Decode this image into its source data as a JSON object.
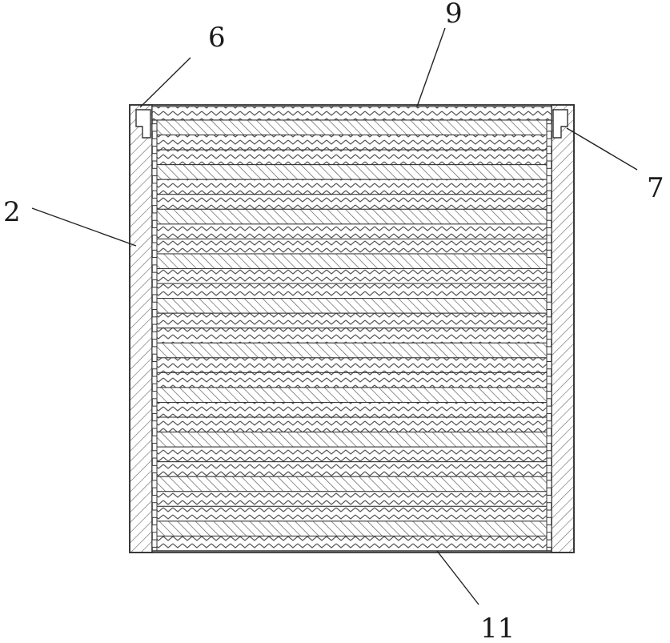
{
  "figure": {
    "callouts": [
      {
        "id": "label-6",
        "text": "6"
      },
      {
        "id": "label-9",
        "text": "9"
      },
      {
        "id": "label-7",
        "text": "7"
      },
      {
        "id": "label-2",
        "text": "2"
      },
      {
        "id": "label-11",
        "text": "11"
      }
    ],
    "layers": {
      "count": 29,
      "pattern": [
        "diagonal",
        "chevron",
        "chevron"
      ]
    },
    "colors": {
      "line": "#333333",
      "hatch": "#555555",
      "background": "#ffffff"
    }
  }
}
